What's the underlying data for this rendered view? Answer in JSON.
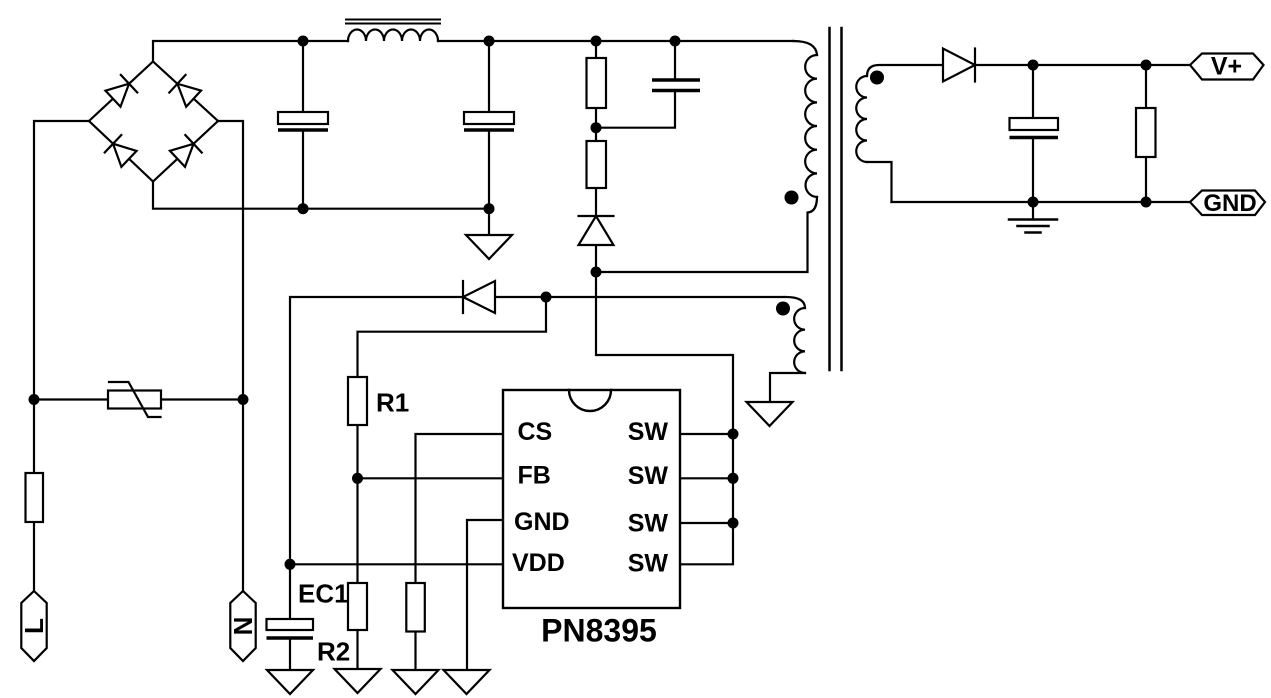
{
  "diagram": {
    "type": "circuit-schematic",
    "description": "Flyback AC-DC power supply schematic built around the PN8395 controller"
  },
  "colors": {
    "ink": "#000000",
    "background": "#ffffff"
  },
  "ic": {
    "part_number": "PN8395",
    "left_pins": [
      "CS",
      "FB",
      "GND",
      "VDD"
    ],
    "right_pins": [
      "SW",
      "SW",
      "SW",
      "SW"
    ]
  },
  "component_labels": {
    "r1": "R1",
    "r2": "R2",
    "ec1": "EC1"
  },
  "terminal_labels": {
    "line": "L",
    "neutral": "N",
    "v_plus": "V+",
    "ground": "GND"
  }
}
